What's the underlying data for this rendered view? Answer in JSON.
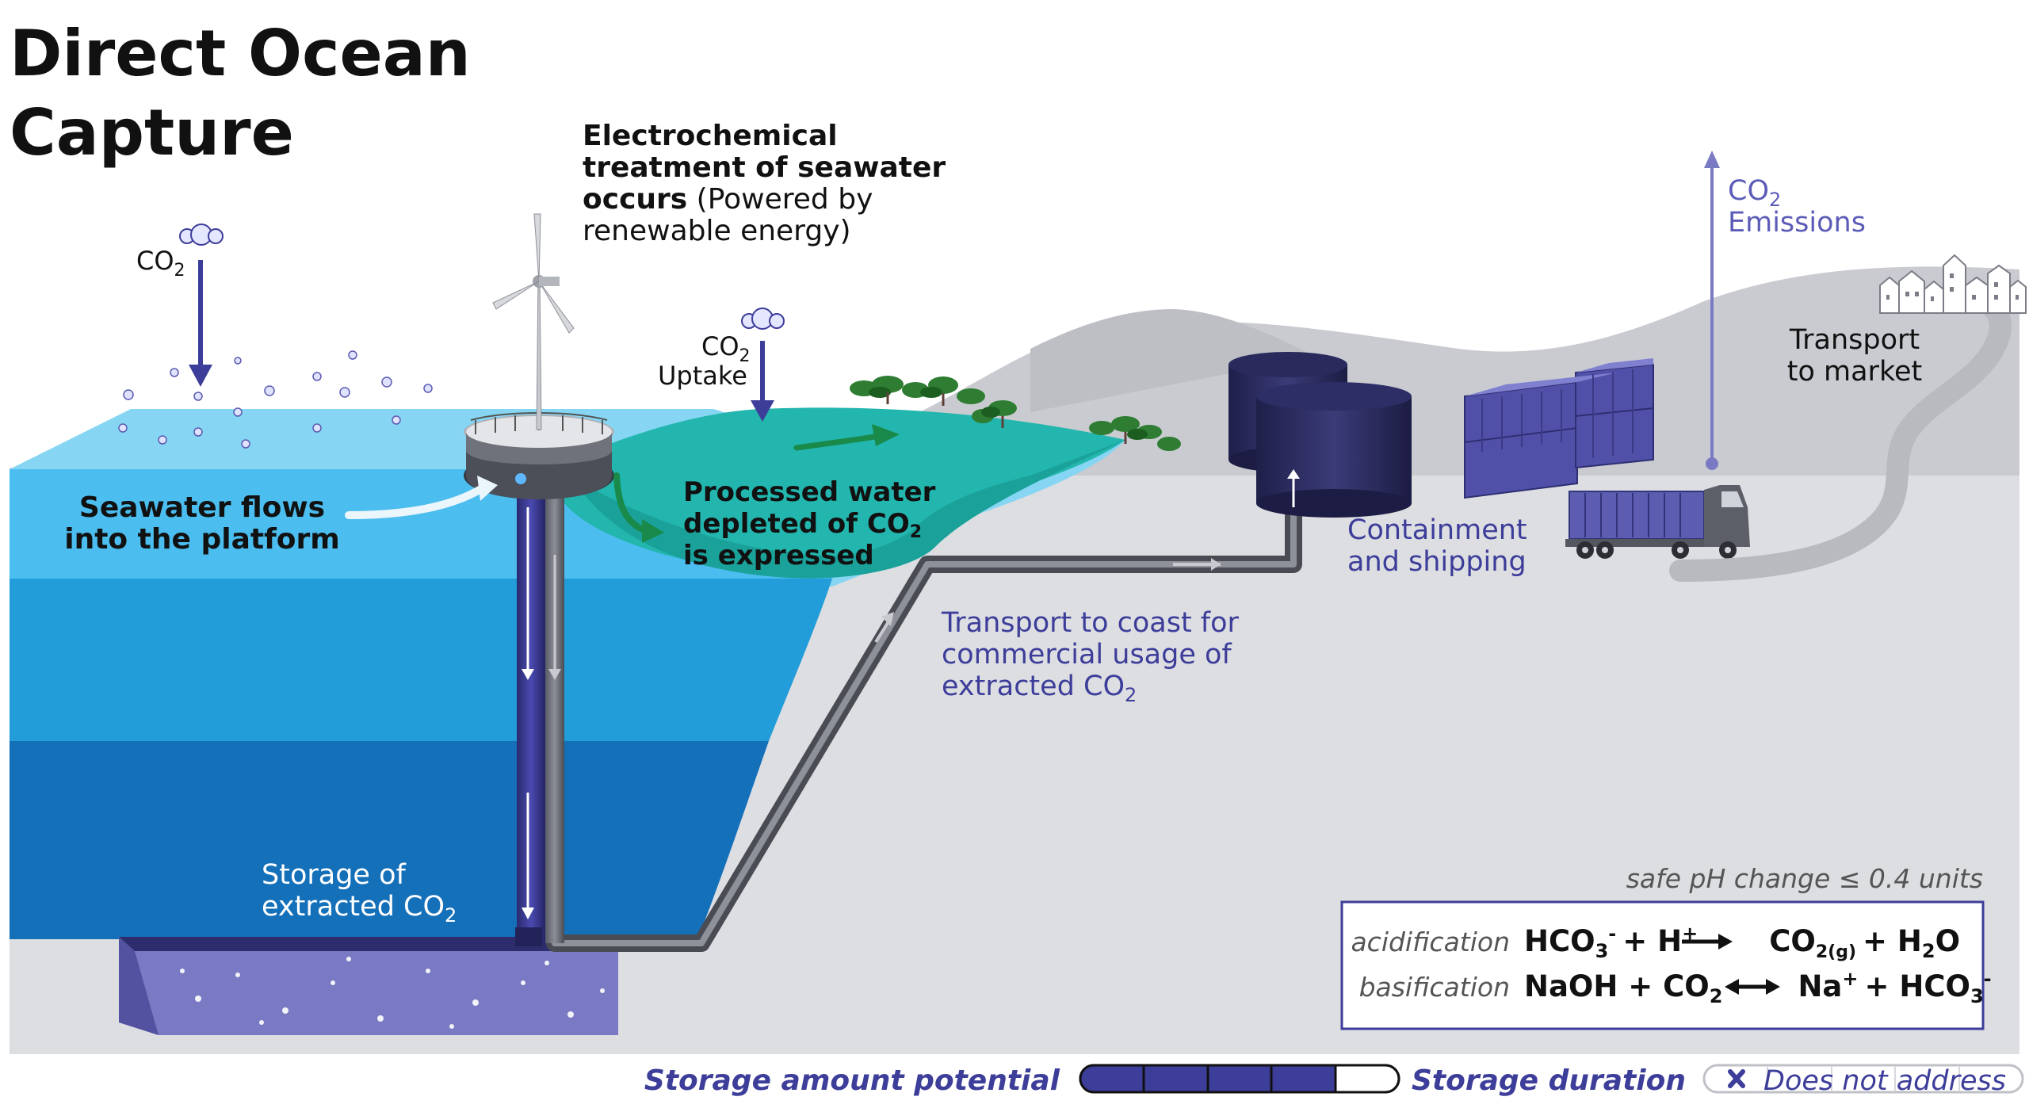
{
  "title": {
    "line1": "Direct Ocean",
    "line2": "Capture"
  },
  "electrochem": {
    "line1": "Electrochemical",
    "line2": "treatment of seawater",
    "line3_bold": "occurs",
    "line3_rest": " (Powered by",
    "line4": "renewable energy)"
  },
  "co2_left": {
    "base": "CO",
    "sub": "2"
  },
  "co2_uptake": {
    "base": "CO",
    "sub": "2",
    "label": "Uptake"
  },
  "seawater_flows": {
    "line1": "Seawater flows",
    "line2": "into the platform"
  },
  "processed_water": {
    "line1": "Processed water",
    "line2": "depleted of CO",
    "sub": "2",
    "line3": "is expressed"
  },
  "transport_coast": {
    "line1": "Transport to coast for",
    "line2": "commercial usage of",
    "line3": "extracted CO",
    "sub": "2"
  },
  "storage_label": {
    "line1": "Storage of",
    "line2": "extracted CO",
    "sub": "2"
  },
  "containment": {
    "line1": "Containment",
    "line2": "and shipping"
  },
  "co2_emissions": {
    "base": "CO",
    "sub": "2",
    "line2": "Emissions"
  },
  "transport_market": {
    "line1": "Transport",
    "line2": "to market"
  },
  "safe_ph": "safe pH change ≤ 0.4 units",
  "equations": {
    "acidification_label": "acidification",
    "acidification_lhs_hco": "HCO",
    "acidification_lhs_hco_sub": "3",
    "acidification_lhs_hco_sup": "-",
    "acidification_lhs_h": "+ H",
    "acidification_lhs_h_sup": "+",
    "acidification_rhs_co": "CO",
    "acidification_rhs_co_sub": "2(g)",
    "acidification_rhs_rest": "+ H",
    "acidification_rhs_h2o_sub": "2",
    "acidification_rhs_o": "O",
    "basification_label": "basification",
    "basification_lhs": "NaOH + CO",
    "basification_lhs_sub": "2",
    "basification_rhs_na": "Na",
    "basification_rhs_na_sup": "+",
    "basification_rhs_rest": "+ HCO",
    "basification_rhs_sub": "3",
    "basification_rhs_sup": "-"
  },
  "legend": {
    "storage_amount_label": "Storage amount potential",
    "storage_amount_level": 0.8,
    "storage_duration_label": "Storage duration",
    "storage_duration_value": "Does not address"
  },
  "colors": {
    "accent_purple": "#3d3d9a",
    "ocean_top": "#7fd3f2",
    "ocean_layer1": "#47b8ec",
    "ocean_layer2": "#239bd8",
    "ocean_layer3": "#146fb8",
    "land_gray": "#d6d8dc",
    "processed_water": "#1fb5ad",
    "green_arrow": "#198a4a"
  }
}
